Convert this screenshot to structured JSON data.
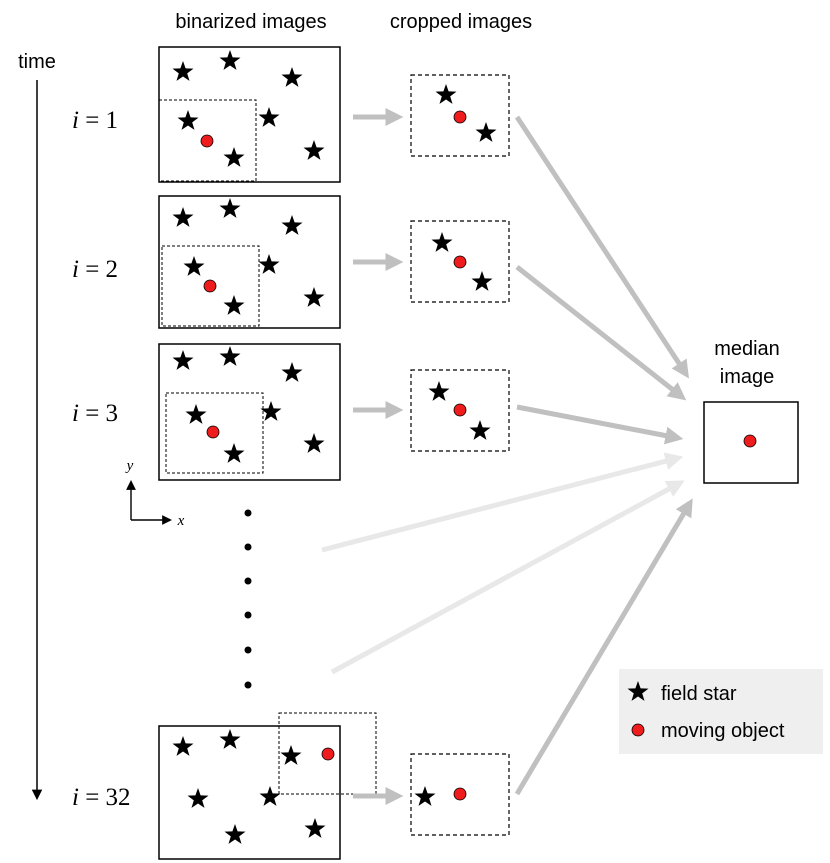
{
  "headers": {
    "binarized": "binarized images",
    "cropped": "cropped images",
    "time": "time"
  },
  "frames": [
    {
      "italic": "i",
      "rest": " = 1"
    },
    {
      "italic": "i",
      "rest": " = 2"
    },
    {
      "italic": "i",
      "rest": " = 3"
    },
    {
      "italic": "i",
      "rest": " = 32"
    }
  ],
  "axes": {
    "x": "x",
    "y": "y"
  },
  "median": {
    "line1": "median",
    "line2": "image"
  },
  "legend": {
    "star": "field star",
    "object": "moving object"
  },
  "colors": {
    "object": "#ee1c1c",
    "arrow": "#c0c0c0",
    "arrow_faint": "#e8e8e8",
    "legend_bg": "#efefef",
    "ink": "#000000"
  }
}
